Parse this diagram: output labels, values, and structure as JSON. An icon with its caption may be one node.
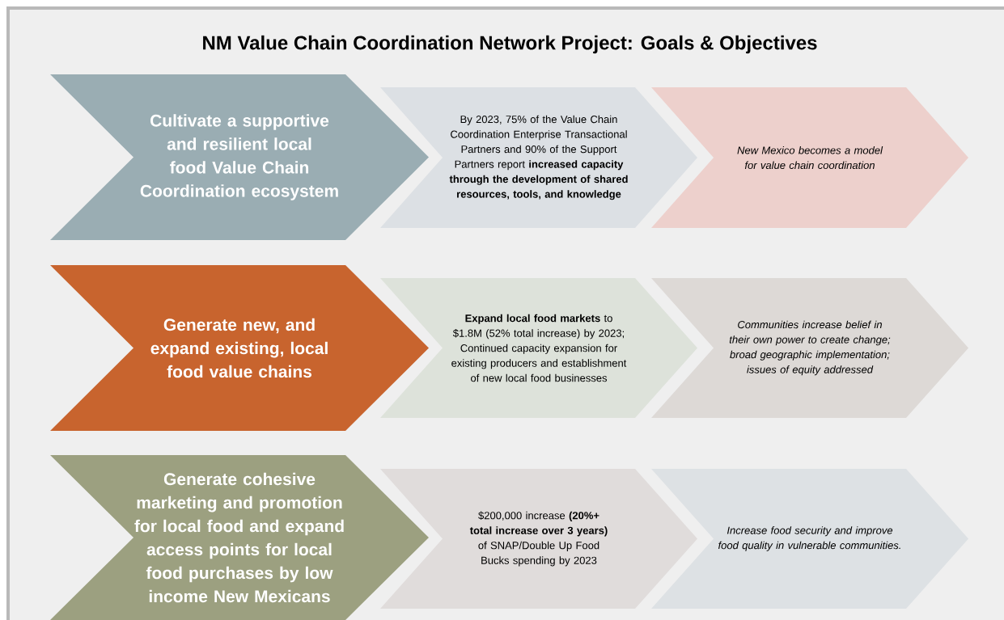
{
  "diagram": {
    "title": "NM Value Chain Coordination Network Project: Goals & Objectives",
    "nodes": [
      {
        "text": [
          "Cultivate a supportive and resilient local food Value Chain Coordination ecosystem"
        ]
      },
      {
        "text": [
          "By 2023, 75% of the Value Chain Coordination Enterprise Transactional Partners and 90% of the Support Partners report **increased capacity through the development of shared resources, tools, and knowledge**"
        ]
      },
      {
        "text": [
          "New Mexico becomes a model for value chain coordination"
        ]
      },
      {
        "text": [
          "Generate new, and expand existing, local food value chains"
        ]
      },
      {
        "text": [
          "**Expand local food markets** to $1.8M (52% total increase) by 2023; Continued capacity expansion for existing producers and establishment of new local food businesses"
        ]
      },
      {
        "text": [
          "Communities increase belief in their own power to create change; broad geographic implementation; issues of equity addressed"
        ]
      },
      {
        "text": [
          "Generate cohesive marketing and promotion for local food and expand access points for local food purchases by low income New Mexicans"
        ]
      },
      {
        "text": [
          "$200,000 increase **(20%+ total increase over 3 years)** of SNAP/Double Up Food Bucks spending by 2023"
        ]
      },
      {
        "text": [
          "Increase food security and improve food quality in vulnerable communities."
        ]
      }
    ]
  }
}
